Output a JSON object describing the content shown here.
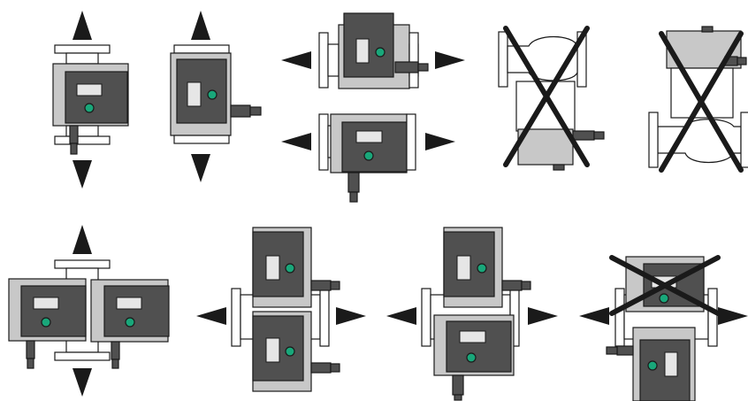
{
  "figure": {
    "kind": "pump installation positions",
    "panels": [
      {
        "id": "p1",
        "orientation": "vertical",
        "flow_axis": "vertical",
        "allowed": true
      },
      {
        "id": "p2",
        "orientation": "vertical",
        "flow_axis": "vertical",
        "allowed": true
      },
      {
        "id": "p3",
        "orientation": "horizontal",
        "flow_axis": "horizontal",
        "allowed": true,
        "variants": 2
      },
      {
        "id": "p4",
        "orientation": "motor-down",
        "flow_axis": "horizontal",
        "allowed": false
      },
      {
        "id": "p5",
        "orientation": "motor-up",
        "flow_axis": "horizontal",
        "allowed": false
      },
      {
        "id": "p6",
        "orientation": "twin-side-by-side",
        "flow_axis": "vertical",
        "allowed": true
      },
      {
        "id": "p7",
        "orientation": "twin-stacked",
        "flow_axis": "horizontal",
        "allowed": true
      },
      {
        "id": "p8",
        "orientation": "twin-stacked-rotated",
        "flow_axis": "horizontal",
        "allowed": true
      },
      {
        "id": "p9",
        "orientation": "twin-inverted",
        "flow_axis": "horizontal",
        "allowed": false
      }
    ],
    "colors": {
      "pump_body": "#c8c8c8",
      "module": "#505050",
      "display": "#e6e6e6",
      "led": "#19a77a",
      "outline": "#1a1a1a",
      "arrow": "#1a1a1a",
      "cross": "#1a1a1a"
    },
    "icons": [
      "arrow-up-icon",
      "arrow-down-icon",
      "arrow-left-icon",
      "arrow-right-icon",
      "cross-icon",
      "led-icon"
    ]
  }
}
